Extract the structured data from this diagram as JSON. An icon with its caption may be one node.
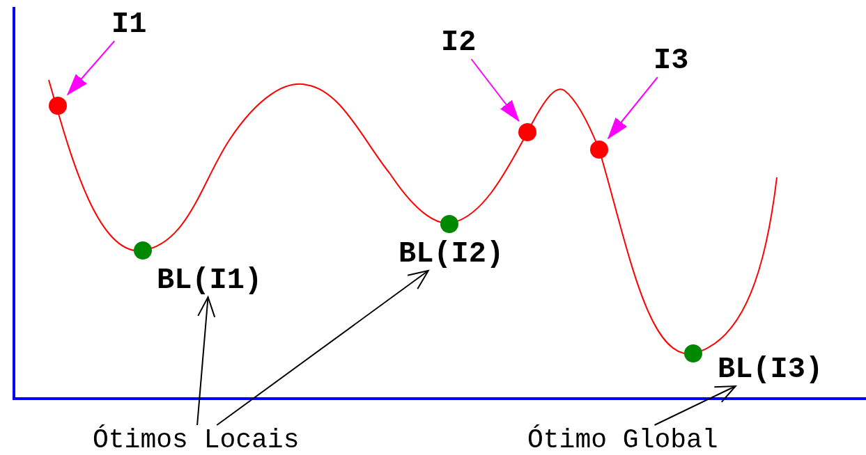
{
  "diagram": {
    "nodes": [
      {
        "text": [
          "I1"
        ]
      },
      {
        "text": [
          "I2"
        ]
      },
      {
        "text": [
          "I3"
        ]
      },
      {
        "text": [],
        "shape": "circle"
      },
      {
        "text": [],
        "shape": "circle"
      },
      {
        "text": [],
        "shape": "circle"
      },
      {
        "text": [],
        "shape": "circle"
      },
      {
        "text": [],
        "shape": "circle"
      },
      {
        "text": [],
        "shape": "circle"
      },
      {
        "text": [
          "BL(I1)"
        ]
      },
      {
        "text": [
          "BL(I2)"
        ]
      },
      {
        "text": [
          "BL(I3)"
        ]
      },
      {
        "text": [
          "Ótimos Locais"
        ]
      },
      {
        "text": [
          "Ótimo Global"
        ]
      }
    ],
    "edges": [
      {
        "from": 0,
        "to": 3,
        "arrow": "to",
        "color": "#ff00ff"
      },
      {
        "from": 1,
        "to": 4,
        "arrow": "to",
        "color": "#ff00ff"
      },
      {
        "from": 2,
        "to": 5,
        "arrow": "to",
        "color": "#ff00ff"
      },
      {
        "from": 12,
        "to": 9,
        "arrow": "to",
        "color": "#000000"
      },
      {
        "from": 12,
        "to": 10,
        "arrow": "to",
        "color": "#000000"
      },
      {
        "from": 13,
        "to": 11,
        "arrow": "to",
        "color": "#000000"
      }
    ]
  }
}
